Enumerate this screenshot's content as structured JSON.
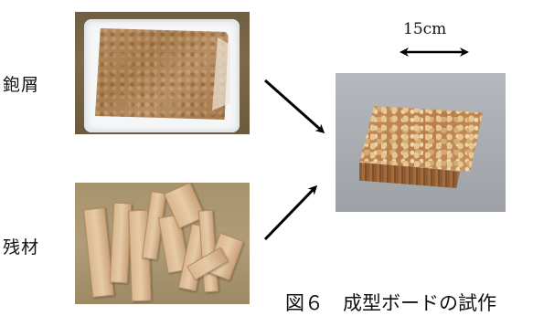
{
  "labels": {
    "shavings": "鉋屑",
    "offcuts": "残材"
  },
  "dimension": {
    "text": "15cm"
  },
  "caption": {
    "text": "図６　成型ボードの試作"
  },
  "colors": {
    "arrow": "#000000",
    "sawdust": "#b58a5b",
    "board": "#c38c58"
  }
}
